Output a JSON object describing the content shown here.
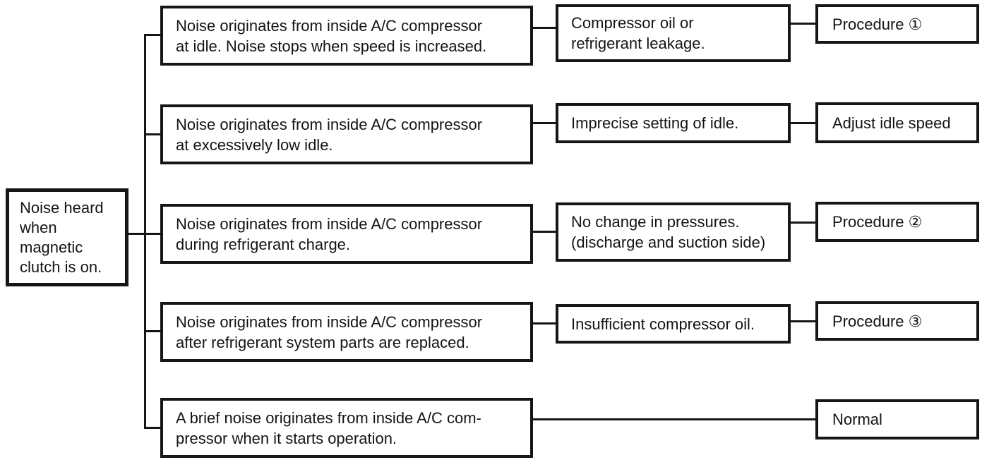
{
  "diagram": {
    "root_condition": "Noise heard\nwhen\nmagnetic\nclutch is on.",
    "branches": [
      {
        "symptom": "Noise originates from inside A/C compressor\nat idle. Noise stops when speed is increased.",
        "cause": "Compressor oil or\nrefrigerant leakage.",
        "action": "Procedure ①"
      },
      {
        "symptom": "Noise originates from inside A/C compressor\nat excessively low idle.",
        "cause": "Imprecise setting of idle.",
        "action": "Adjust idle speed"
      },
      {
        "symptom": "Noise originates from inside A/C compressor\nduring refrigerant charge.",
        "cause": "No change in pressures.\n(discharge and suction side)",
        "action": "Procedure ②"
      },
      {
        "symptom": "Noise originates from inside A/C compressor\nafter refrigerant system parts are replaced.",
        "cause": "Insufficient compressor oil.",
        "action": "Procedure ③"
      },
      {
        "symptom": "A brief noise originates from inside A/C com-\npressor when it starts operation.",
        "cause": null,
        "action": "Normal"
      }
    ],
    "colors": {
      "ink": "#161616",
      "background": "#ffffff"
    }
  }
}
